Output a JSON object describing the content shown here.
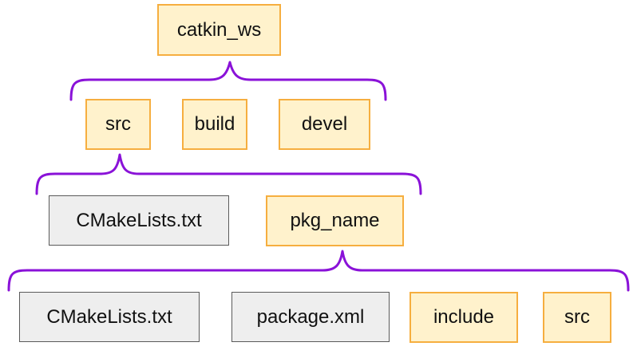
{
  "diagram": {
    "root": {
      "label": "catkin_ws"
    },
    "level1": [
      {
        "label": "src",
        "kind": "folder"
      },
      {
        "label": "build",
        "kind": "folder"
      },
      {
        "label": "devel",
        "kind": "folder"
      }
    ],
    "level2": [
      {
        "label": "CMakeLists.txt",
        "kind": "file"
      },
      {
        "label": "pkg_name",
        "kind": "folder"
      }
    ],
    "level3": [
      {
        "label": "CMakeLists.txt",
        "kind": "file"
      },
      {
        "label": "package.xml",
        "kind": "file"
      },
      {
        "label": "include",
        "kind": "folder"
      },
      {
        "label": "src",
        "kind": "folder"
      }
    ]
  },
  "colors": {
    "folder_fill": "#fff2cc",
    "folder_border": "#f6ae3f",
    "file_fill": "#eeeeee",
    "file_border": "#5a5a5a",
    "brace": "#8a12d8"
  }
}
